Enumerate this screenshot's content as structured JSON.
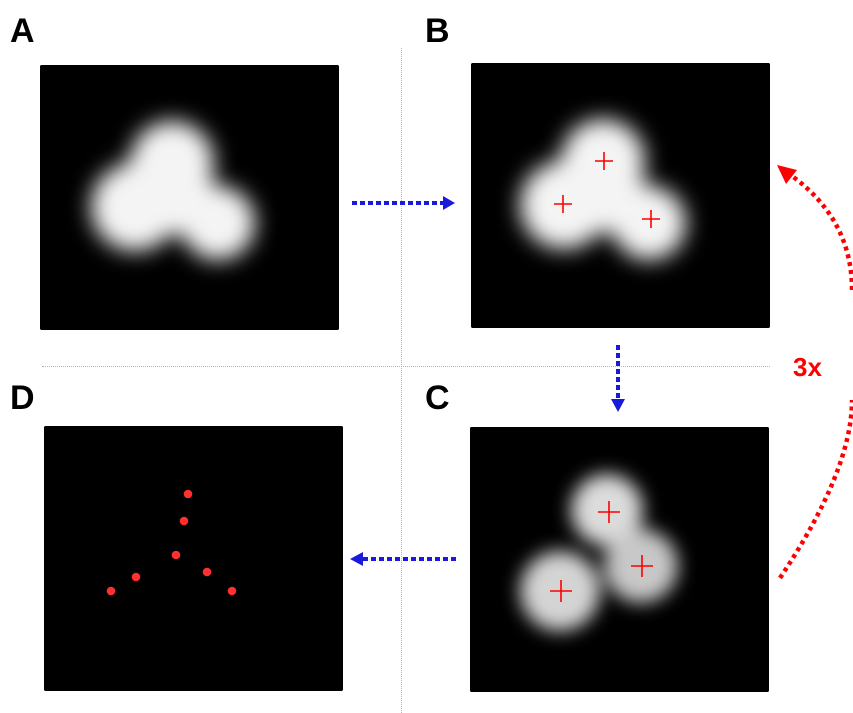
{
  "panels": {
    "a": {
      "letter": "A"
    },
    "b": {
      "letter": "B"
    },
    "c": {
      "letter": "C"
    },
    "d": {
      "letter": "D"
    }
  },
  "repeat_label": "3x",
  "colors": {
    "marker": "#ff0000",
    "flow_arrow": "#1a1adb",
    "repeat_arrow": "#ff0000",
    "panel_bg": "#000000",
    "blob": "#ffffff"
  }
}
